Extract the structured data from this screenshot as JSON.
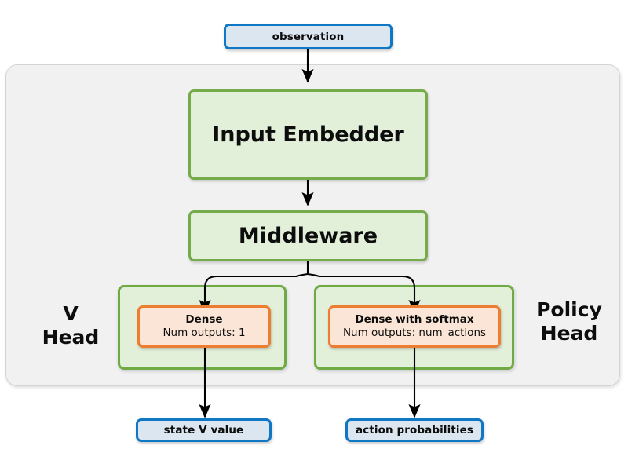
{
  "diagram": {
    "title_present": false,
    "colors": {
      "io_fill": "#dce6f1",
      "io_border": "#1077c4",
      "block_fill": "#e2efd9",
      "block_border": "#76ab4b",
      "group_fill": "#e2efd9",
      "group_border": "#6eab45",
      "layer_fill": "#fbe5d6",
      "layer_border": "#ed7d31",
      "container_fill": "#f1f1f1",
      "container_border": "#d4d4d4",
      "arrow": "#000000",
      "text": "#0d0d0d",
      "page_background": "#ffffff"
    },
    "inputs": {
      "observation": "observation"
    },
    "blocks": {
      "input_embedder": "Input Embedder",
      "middleware": "Middleware"
    },
    "heads": {
      "v_head": {
        "label_line1": "V",
        "label_line2": "Head",
        "layer": {
          "title": "Dense",
          "subtitle": "Num outputs: 1"
        }
      },
      "policy_head": {
        "label_line1": "Policy",
        "label_line2": "Head",
        "layer": {
          "title": "Dense with softmax",
          "subtitle": "Num outputs: num_actions"
        }
      }
    },
    "outputs": {
      "state_v_value": "state V value",
      "action_probabilities": "action probabilities"
    }
  }
}
